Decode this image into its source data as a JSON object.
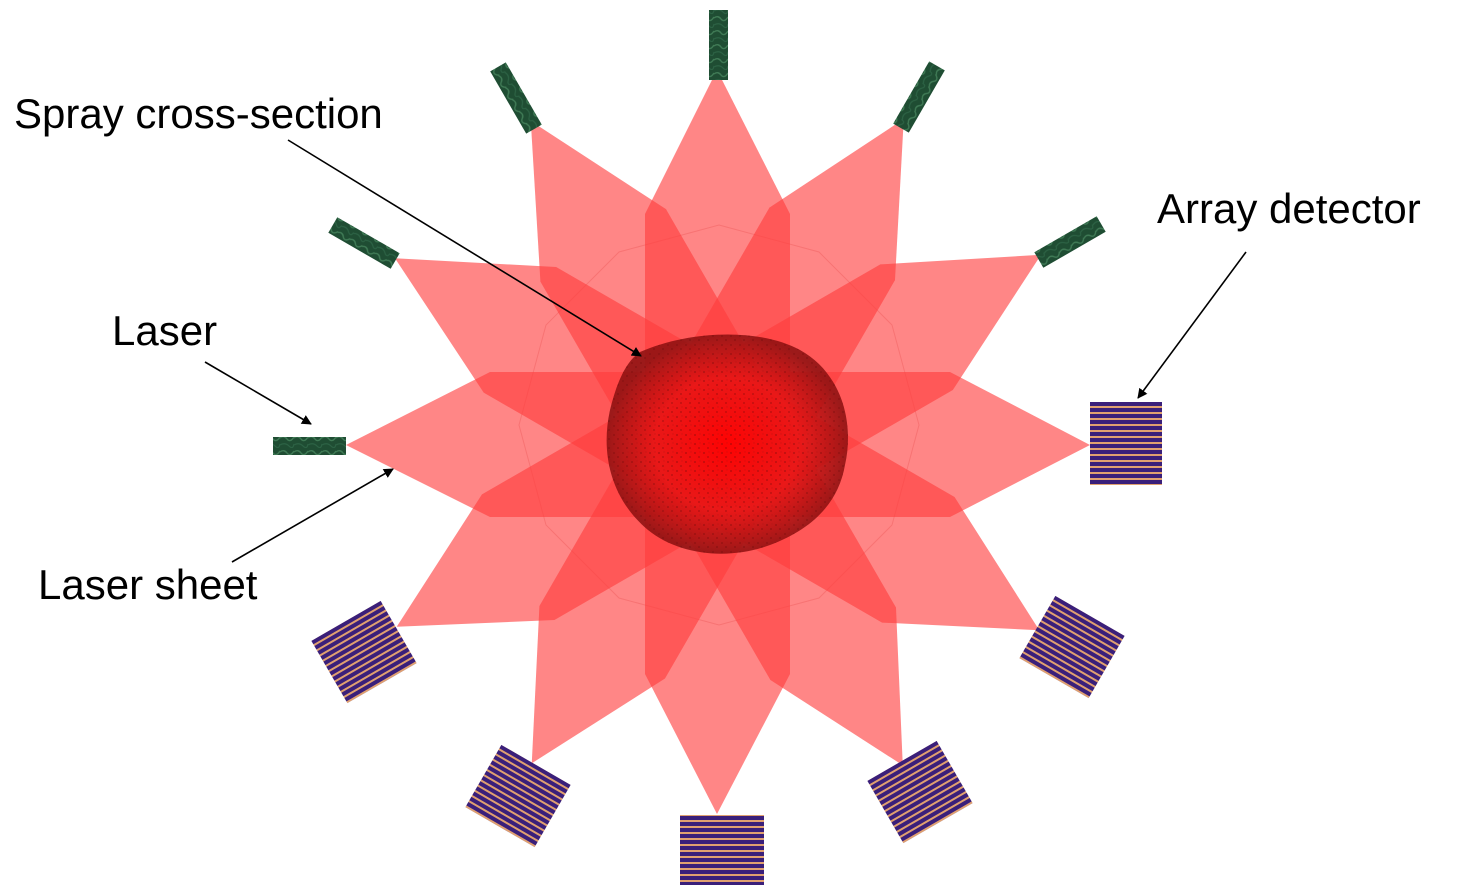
{
  "labels": {
    "spray_cross_section": "Spray cross-section",
    "array_detector": "Array detector",
    "laser": "Laser",
    "laser_sheet": "Laser sheet"
  },
  "colors": {
    "laser_sheet_fill": "#ff4040",
    "spray_center": "#ff0000",
    "spray_edge": "#8a0f0f",
    "laser_body": "#1f4d33",
    "laser_texture": "#3f7a55",
    "detector_stripe_dark": "#3a1f7a",
    "detector_stripe_light": "#e0a070",
    "arrow": "#000000"
  },
  "counts": {
    "lasers": 6,
    "detectors": 6
  }
}
